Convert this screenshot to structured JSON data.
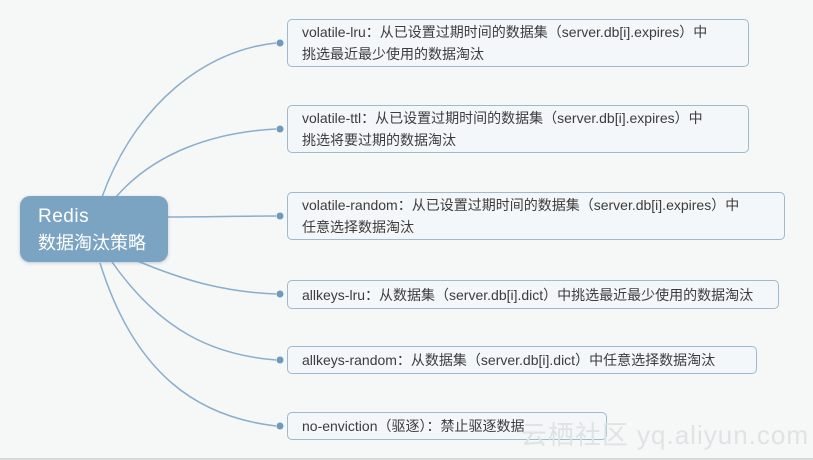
{
  "root": {
    "title": "Redis",
    "subtitle": "数据淘汰策略"
  },
  "branches": [
    {
      "id": "volatile-lru",
      "lines": [
        "volatile-lru：从已设置过期时间的数据集（server.db[i].expires）中",
        "挑选最近最少使用的数据淘汰"
      ]
    },
    {
      "id": "volatile-ttl",
      "lines": [
        "volatile-ttl：从已设置过期时间的数据集（server.db[i].expires）中",
        "挑选将要过期的数据淘汰"
      ]
    },
    {
      "id": "volatile-random",
      "lines": [
        "volatile-random：从已设置过期时间的数据集（server.db[i].expires）中",
        "任意选择数据淘汰"
      ]
    },
    {
      "id": "allkeys-lru",
      "lines": [
        "allkeys-lru：从数据集（server.db[i].dict）中挑选最近最少使用的数据淘汰"
      ]
    },
    {
      "id": "allkeys-random",
      "lines": [
        "allkeys-random：从数据集（server.db[i].dict）中任意选择数据淘汰"
      ]
    },
    {
      "id": "no-enviction",
      "lines": [
        "no-enviction（驱逐）：禁止驱逐数据"
      ]
    }
  ],
  "watermark": {
    "text": "云栖社区 yq.aliyun.com"
  },
  "colors": {
    "background": "#f6f7f7",
    "root_node_fill": "#7ba4c3",
    "root_node_text": "#ffffff",
    "branch_border": "#9fb9ce",
    "branch_fill": "#f3f7fa",
    "branch_text": "#3c3c3c",
    "connector_stroke": "#8aaecb",
    "connector_dot": "#6d9abd",
    "watermark_text": "#e0e2e4"
  }
}
